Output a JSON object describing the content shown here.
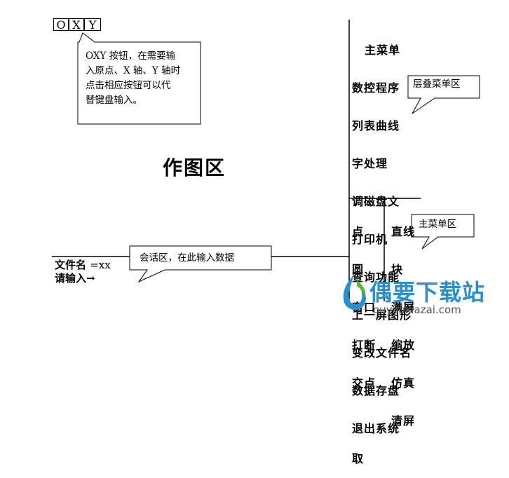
{
  "oxy_buttons": [
    "O",
    "X",
    "Y"
  ],
  "oxy_callout": {
    "lines": [
      "OXY 按钮，在需要输",
      "入原点、X 轴、Y 轴时",
      "点击相应按钮可以代",
      "替键盘输入。"
    ]
  },
  "drawing_area_label": "作图区",
  "top_menu_items": [
    "主菜单",
    "数控程序",
    "列表曲线",
    "字处理",
    "调磁盘文",
    "打印机",
    "查询功能",
    "上一屏图形",
    "变改文件名",
    "数据存盘",
    "退出系统"
  ],
  "cascade_menu_callout": "层叠菜单区",
  "main_menu_left_items": [
    "点",
    "圆",
    "窗口",
    "打断",
    "交点",
    "",
    "取"
  ],
  "main_menu_right_items": [
    "直线",
    "块",
    "满屏",
    "缩放",
    "仿真",
    "清屏",
    ""
  ],
  "main_menu_callout": "主菜单区",
  "session_area": {
    "file_name_label": "文件名",
    "file_name_value": "=xx",
    "input_prompt": "请输入→",
    "callout": "会话区，在此输入数据"
  },
  "watermark": {
    "brand": "偶要下载站",
    "url": "ouyaoxiazai.com",
    "colors": {
      "primary": "#2a8fcf",
      "accent": "#5bb834"
    }
  }
}
